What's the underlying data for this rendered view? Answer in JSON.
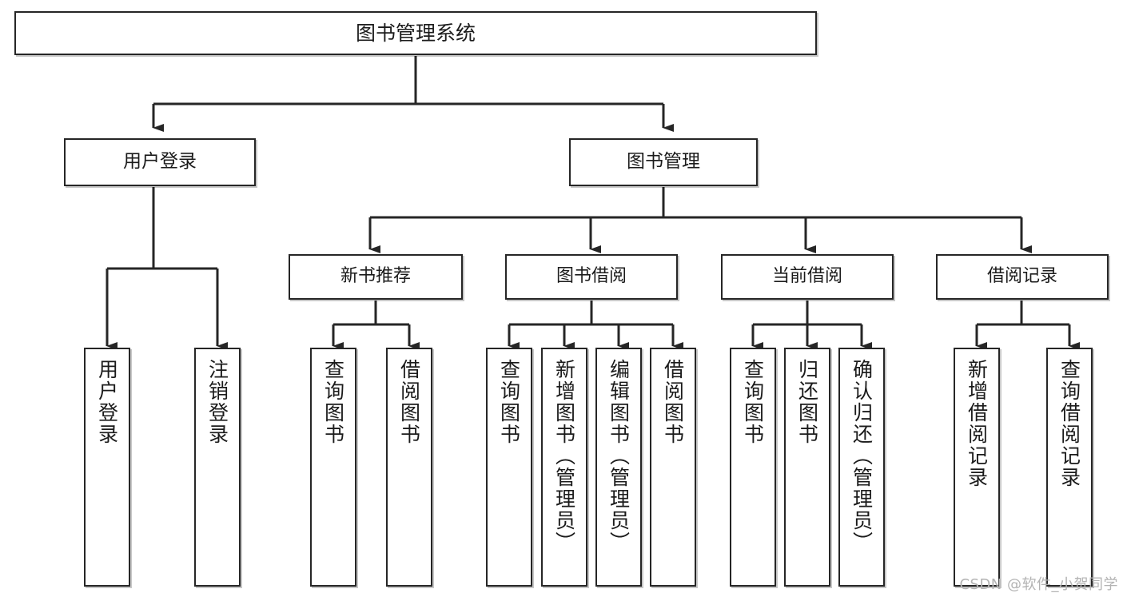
{
  "diagram": {
    "title": "图书管理系统",
    "type": "functional-decomposition-tree",
    "root": {
      "id": "root",
      "label": "图书管理系统"
    },
    "level2": [
      {
        "id": "user-login",
        "label": "用户登录"
      },
      {
        "id": "book-manage",
        "label": "图书管理"
      }
    ],
    "level3": [
      {
        "id": "new-book-recommend",
        "label": "新书推荐"
      },
      {
        "id": "book-borrow",
        "label": "图书借阅"
      },
      {
        "id": "current-borrow",
        "label": "当前借阅"
      },
      {
        "id": "borrow-record",
        "label": "借阅记录"
      }
    ],
    "leaves": {
      "user_login": [
        {
          "id": "leaf-user-login",
          "label": "用户登录"
        },
        {
          "id": "leaf-logout-login",
          "label": "注销登录"
        }
      ],
      "new_book_recommend": [
        {
          "id": "leaf-query-book-1",
          "label": "查询图书"
        },
        {
          "id": "leaf-borrow-book-1",
          "label": "借阅图书"
        }
      ],
      "book_borrow": [
        {
          "id": "leaf-query-book-2",
          "label": "查询图书"
        },
        {
          "id": "leaf-add-book",
          "label": "新增图书（管理员）"
        },
        {
          "id": "leaf-edit-book",
          "label": "编辑图书（管理员）"
        },
        {
          "id": "leaf-borrow-book-2",
          "label": "借阅图书"
        }
      ],
      "current_borrow": [
        {
          "id": "leaf-query-book-3",
          "label": "查询图书"
        },
        {
          "id": "leaf-return-book",
          "label": "归还图书"
        },
        {
          "id": "leaf-confirm-return",
          "label": "确认归还（管理员）"
        }
      ],
      "borrow_record": [
        {
          "id": "leaf-add-record",
          "label": "新增借阅记录"
        },
        {
          "id": "leaf-query-record",
          "label": "查询借阅记录"
        }
      ]
    }
  },
  "watermark": {
    "text": "CSDN @软件_小贺同学"
  },
  "colors": {
    "border": "#262626",
    "background": "#ffffff",
    "text": "#1b1b1b",
    "watermark": "#b3b3b3"
  }
}
